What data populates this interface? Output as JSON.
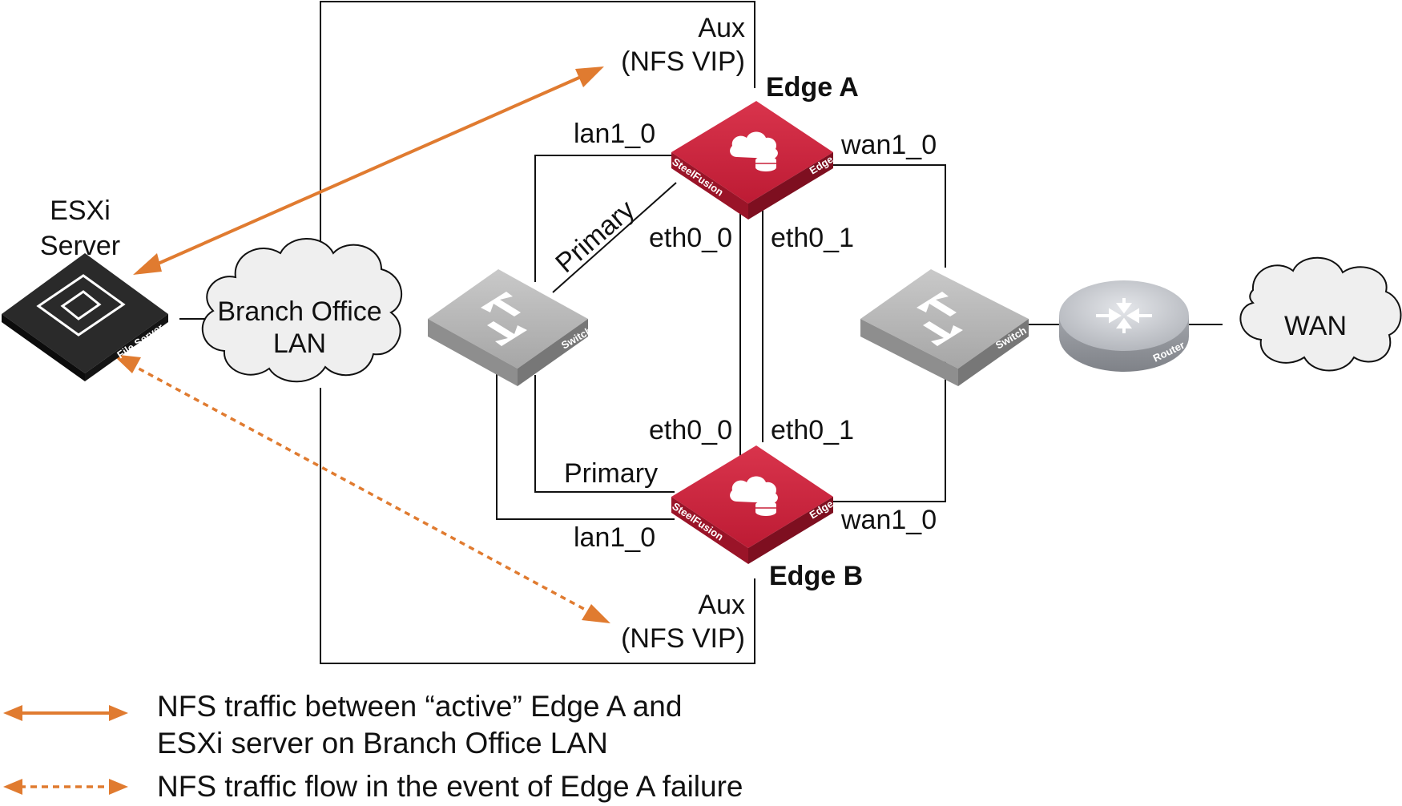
{
  "colors": {
    "nfs_arrow": "#e07b30",
    "edge_red": "#c8203a",
    "edge_red_dark": "#9a1428",
    "switch_gray": "#b4b4b4",
    "router_gray": "#c6c8cc",
    "file_server_black": "#1e1e1e",
    "cloud_fill": "#efefef",
    "line": "#111111"
  },
  "devices": {
    "esxi": {
      "title_line1": "ESXi",
      "title_line2": "Server",
      "badge": "File Server",
      "icon": "file-server-icon"
    },
    "lan_cloud": {
      "line1": "Branch Office",
      "line2": "LAN"
    },
    "switch_left": {
      "badge": "Switch",
      "icon": "switch-arrows-icon"
    },
    "switch_right": {
      "badge": "Switch",
      "icon": "switch-arrows-icon"
    },
    "router": {
      "badge": "Router",
      "icon": "router-arrows-icon"
    },
    "wan_cloud": {
      "label": "WAN"
    },
    "edge_a": {
      "name": "Edge A",
      "brand": "SteelFusion",
      "model": "Edge",
      "icon": "cloud-storage-icon"
    },
    "edge_b": {
      "name": "Edge B",
      "brand": "SteelFusion",
      "model": "Edge",
      "icon": "cloud-storage-icon"
    }
  },
  "ports": {
    "edge_a": {
      "aux_line1": "Aux",
      "aux_line2": "(NFS VIP)",
      "lan": "lan1_0",
      "wan": "wan1_0",
      "eth0": "eth0_0",
      "eth1": "eth0_1"
    },
    "edge_b": {
      "aux_line1": "Aux",
      "aux_line2": "(NFS VIP)",
      "lan": "lan1_0",
      "wan": "wan1_0",
      "eth0": "eth0_0",
      "eth1": "eth0_1"
    },
    "primary_a": "Primary",
    "primary_b": "Primary"
  },
  "legend": [
    {
      "style": "solid",
      "line1": "NFS traffic between “active” Edge A and",
      "line2": "ESXi server on Branch Office LAN"
    },
    {
      "style": "dashed",
      "line1": "NFS traffic flow in the event of Edge A failure",
      "line2": ""
    }
  ]
}
